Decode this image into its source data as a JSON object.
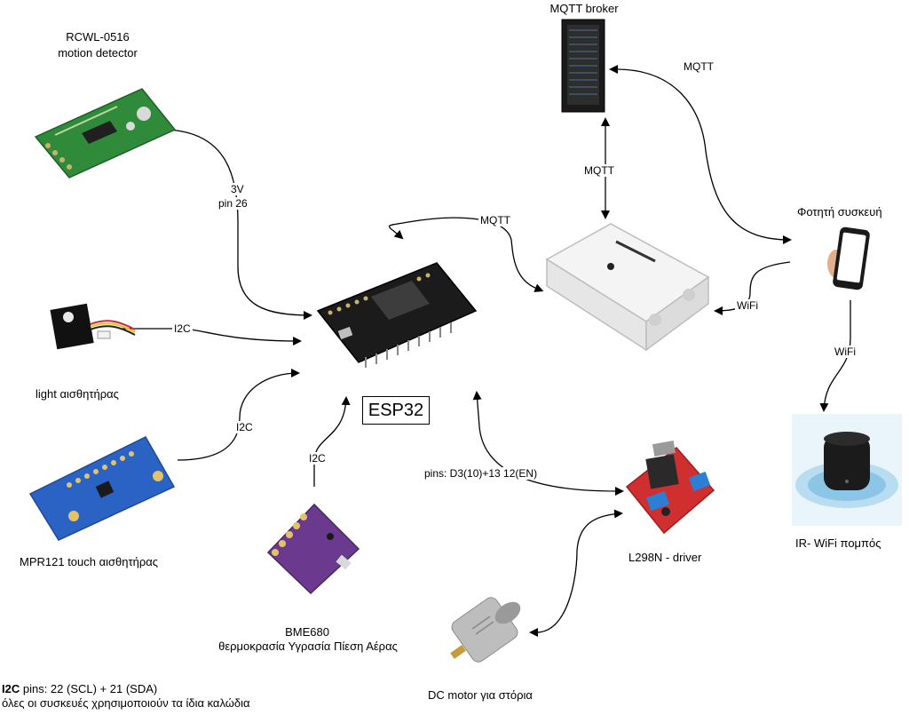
{
  "nodes": {
    "rcwl": {
      "title": "RCWL-0516",
      "subtitle": "motion detector"
    },
    "light": {
      "label": "light αισθητήρας"
    },
    "mpr121": {
      "label": "MPR121 touch αισθητήρας"
    },
    "bme680": {
      "title": "BME680",
      "subtitle": "θερμοκρασία Υγρασία Πίεση Αέρας"
    },
    "esp32": {
      "label": "ESP32"
    },
    "mqtt_broker": {
      "label": "MQTT broker"
    },
    "phone": {
      "label": "Φοτητή συσκευή"
    },
    "ir_blaster": {
      "label": "IR- WiFi πομπός"
    },
    "l298n": {
      "label": "L298N - driver"
    },
    "motor": {
      "label": "DC motor για στόρια"
    }
  },
  "edges": {
    "rcwl_line1": "3V",
    "rcwl_line2": "pin 26",
    "light_i2c": "I2C",
    "mpr_i2c": "I2C",
    "bme_i2c": "I2C",
    "sonoff_mqtt": "MQTT",
    "broker_sonoff_mqtt": "MQTT",
    "broker_phone_mqtt": "MQTT",
    "phone_sonoff_wifi": "WiFi",
    "phone_ir_wifi": "WiFi",
    "l298n_pins": "pins: D3(10)+13 12(EN)"
  },
  "footnote": {
    "bold": "I2C",
    "line1_rest": " pins: 22 (SCL) +  21 (SDA)",
    "line2": "όλες οι συσκευές χρησιμοποιούν τα ίδια καλώδια"
  }
}
